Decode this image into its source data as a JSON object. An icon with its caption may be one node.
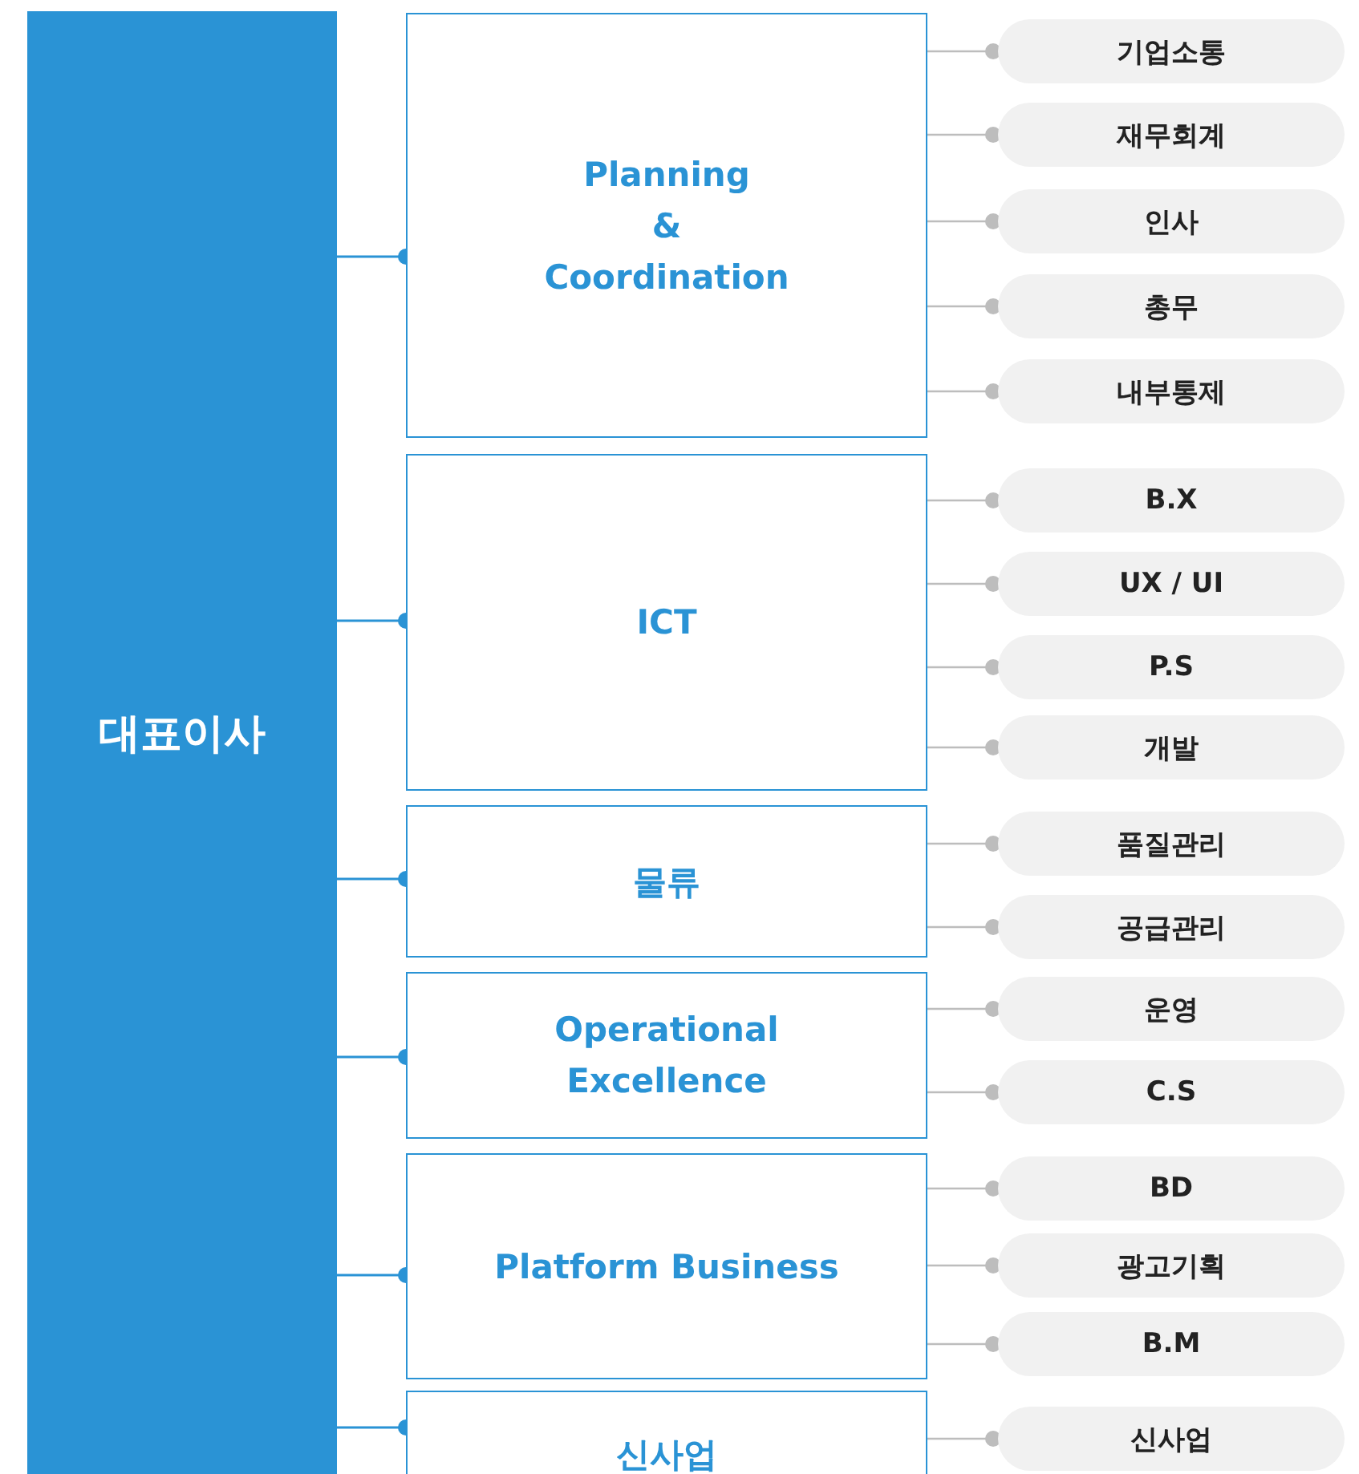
{
  "diagram": {
    "nodes": [
      {
        "text": [
          "대표이사"
        ]
      },
      {
        "text": [
          "Planning & Coordination"
        ]
      },
      {
        "text": [
          "기업소통"
        ]
      },
      {
        "text": [
          "재무회계"
        ]
      },
      {
        "text": [
          "인사"
        ]
      },
      {
        "text": [
          "총무"
        ]
      },
      {
        "text": [
          "내부통제"
        ]
      },
      {
        "text": [
          "ICT"
        ]
      },
      {
        "text": [
          "B.X"
        ]
      },
      {
        "text": [
          "UX / UI"
        ]
      },
      {
        "text": [
          "P.S"
        ]
      },
      {
        "text": [
          "개발"
        ]
      },
      {
        "text": [
          "물류"
        ]
      },
      {
        "text": [
          "품질관리"
        ]
      },
      {
        "text": [
          "공급관리"
        ]
      },
      {
        "text": [
          "Operational Excellence"
        ]
      },
      {
        "text": [
          "운영"
        ]
      },
      {
        "text": [
          "C.S"
        ]
      },
      {
        "text": [
          "Platform Business"
        ]
      },
      {
        "text": [
          "BD"
        ]
      },
      {
        "text": [
          "광고기획"
        ]
      },
      {
        "text": [
          "B.M"
        ]
      },
      {
        "text": [
          "신사업"
        ]
      },
      {
        "text": [
          "신사업"
        ]
      }
    ],
    "edges": [
      {
        "from": 0,
        "to": 1,
        "arrow": "other",
        "color": "#2a93d5"
      },
      {
        "from": 0,
        "to": 7,
        "arrow": "other",
        "color": "#2a93d5"
      },
      {
        "from": 0,
        "to": 12,
        "arrow": "other",
        "color": "#2a93d5"
      },
      {
        "from": 0,
        "to": 15,
        "arrow": "other",
        "color": "#2a93d5"
      },
      {
        "from": 0,
        "to": 18,
        "arrow": "other",
        "color": "#2a93d5"
      },
      {
        "from": 0,
        "to": 22,
        "arrow": "other",
        "color": "#2a93d5"
      },
      {
        "from": 1,
        "to": 2,
        "arrow": "other"
      },
      {
        "from": 1,
        "to": 3,
        "arrow": "other"
      },
      {
        "from": 1,
        "to": 4,
        "arrow": "other"
      },
      {
        "from": 1,
        "to": 5,
        "arrow": "other"
      },
      {
        "from": 1,
        "to": 6,
        "arrow": "other"
      },
      {
        "from": 7,
        "to": 8,
        "arrow": "other"
      },
      {
        "from": 7,
        "to": 9,
        "arrow": "other"
      },
      {
        "from": 7,
        "to": 10,
        "arrow": "other"
      },
      {
        "from": 7,
        "to": 11,
        "arrow": "other"
      },
      {
        "from": 12,
        "to": 13,
        "arrow": "other"
      },
      {
        "from": 12,
        "to": 14,
        "arrow": "other"
      },
      {
        "from": 15,
        "to": 16,
        "arrow": "other"
      },
      {
        "from": 15,
        "to": 17,
        "arrow": "other"
      },
      {
        "from": 18,
        "to": 19,
        "arrow": "other"
      },
      {
        "from": 18,
        "to": 20,
        "arrow": "other"
      },
      {
        "from": 18,
        "to": 21,
        "arrow": "other"
      },
      {
        "from": 22,
        "to": 23,
        "arrow": "other"
      }
    ]
  }
}
